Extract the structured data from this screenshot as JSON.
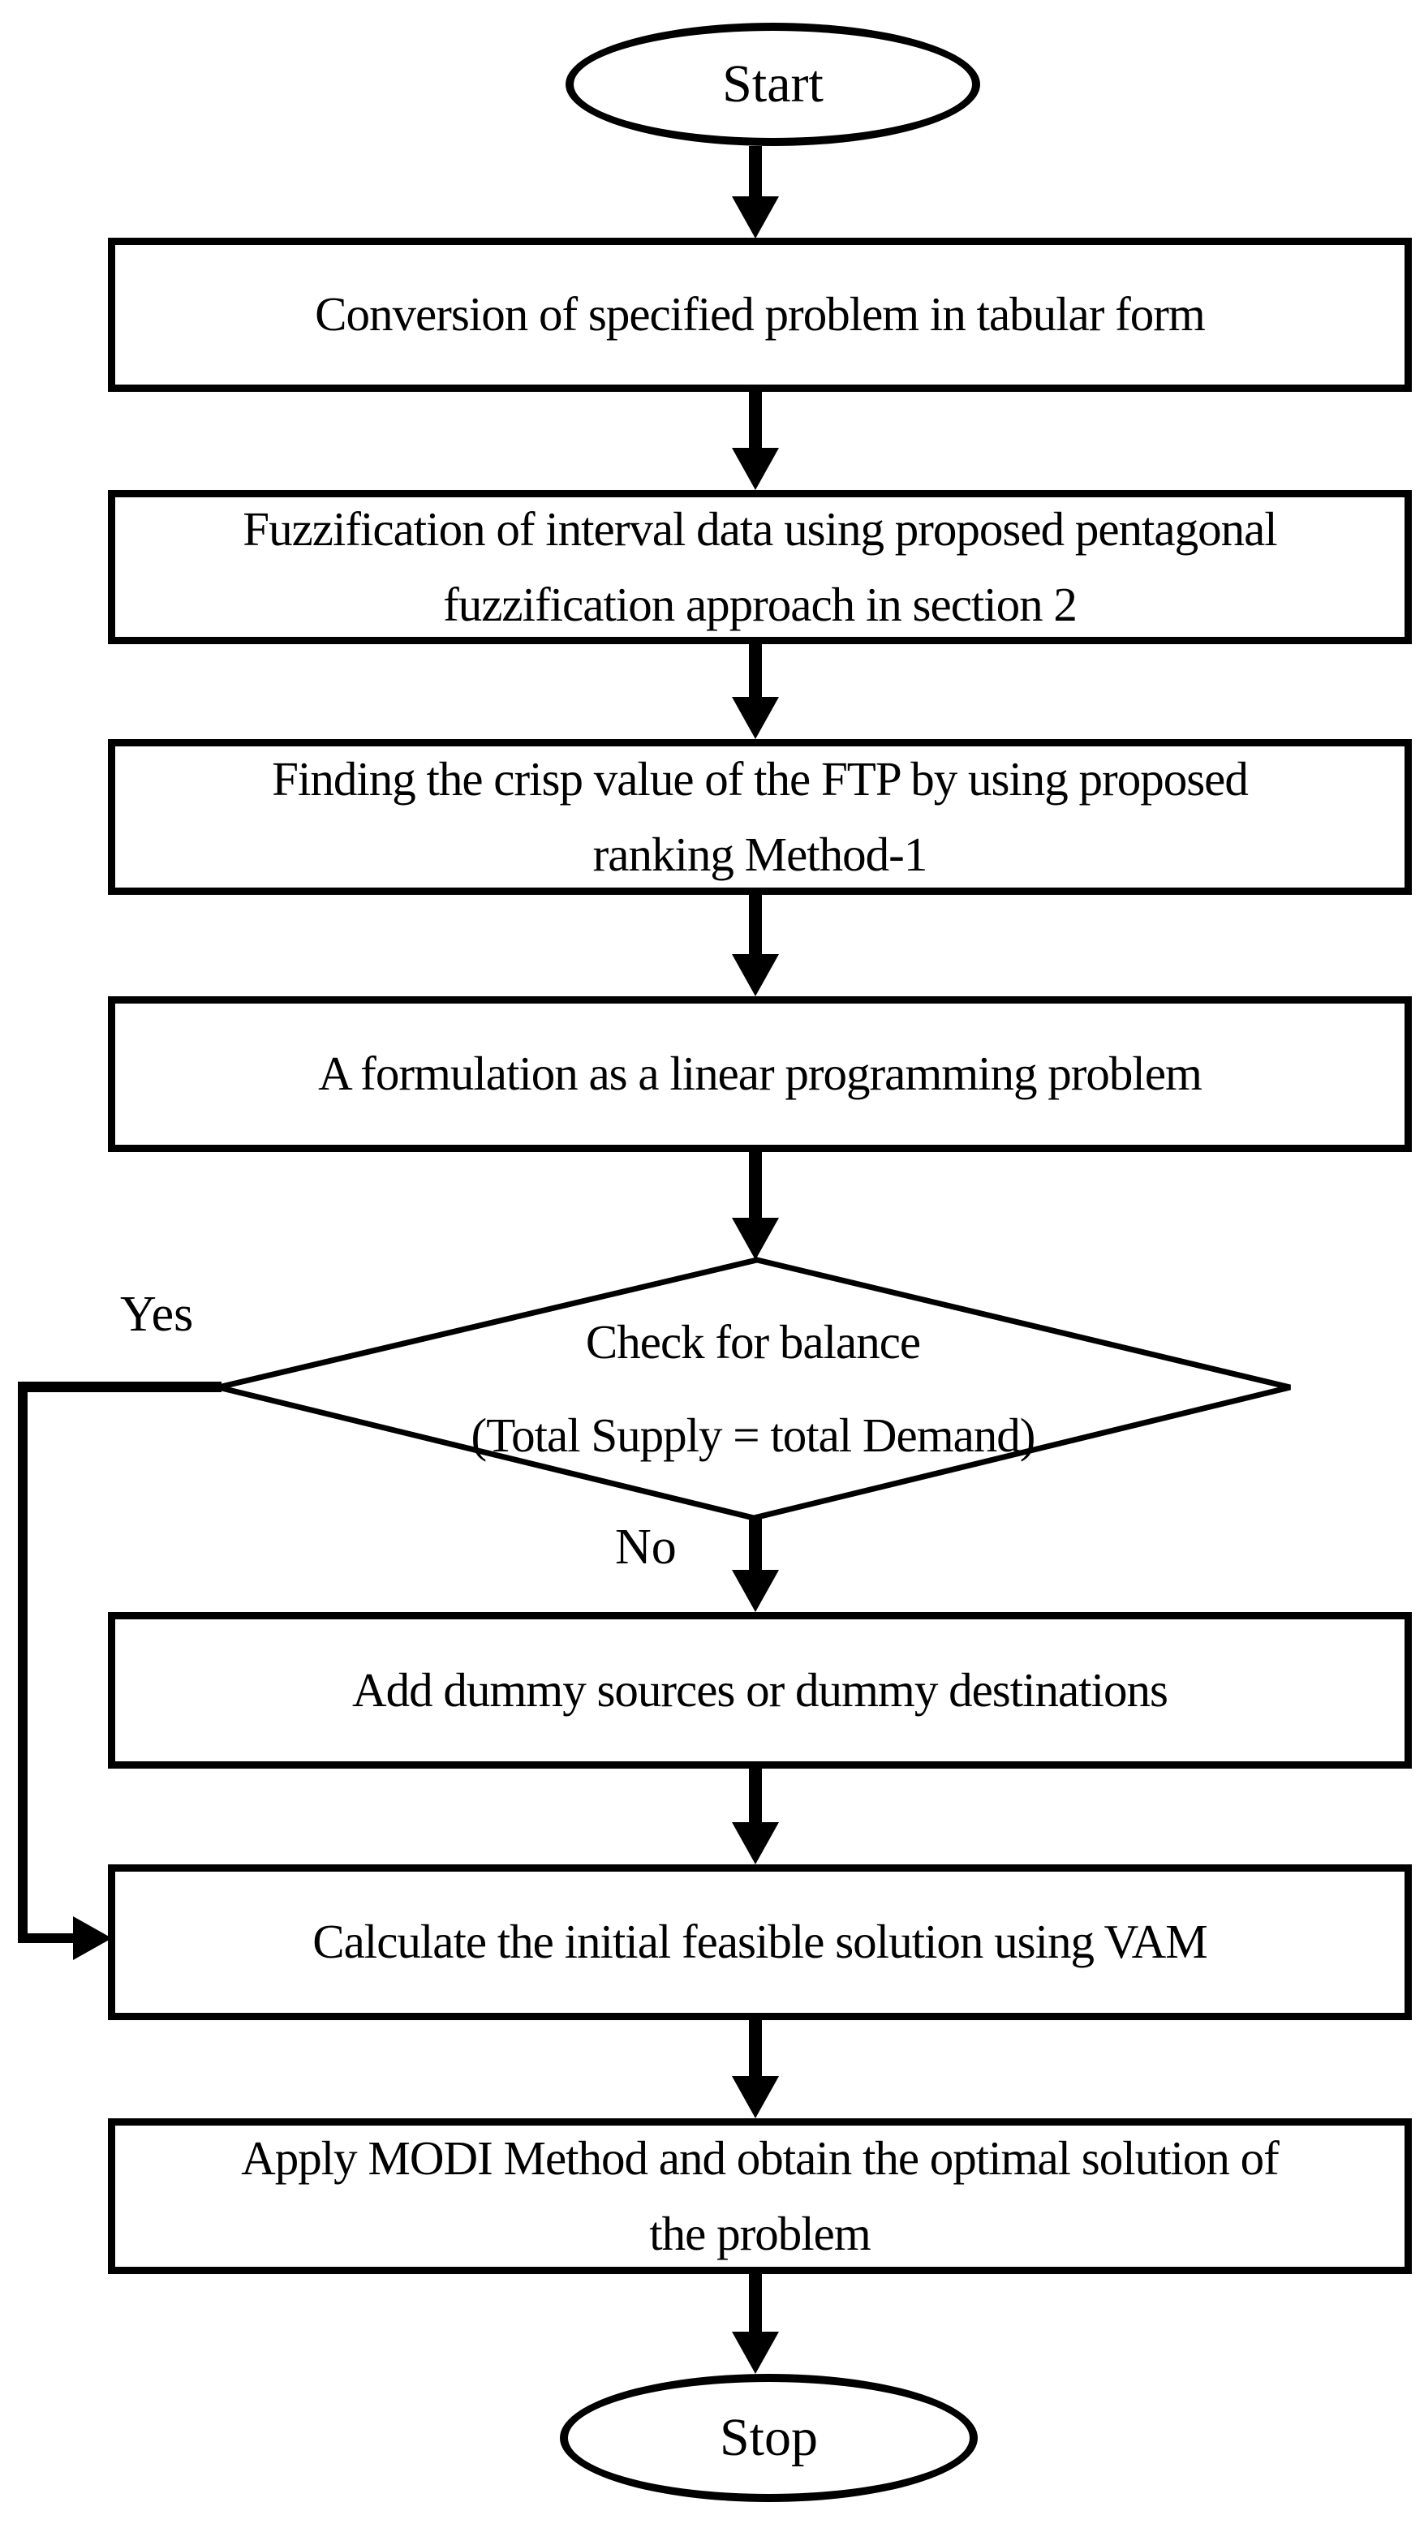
{
  "colors": {
    "stroke": "#000000",
    "background": "#ffffff",
    "text": "#000000"
  },
  "nodes": {
    "start": {
      "label": "Start"
    },
    "tabular": {
      "label": "Conversion of specified problem in tabular form"
    },
    "fuzzification": {
      "line1": "Fuzzification of interval data using proposed pentagonal",
      "line2": "fuzzification approach in section 2"
    },
    "crisp": {
      "line1": "Finding the crisp value of the FTP by using proposed",
      "line2": "ranking Method-1"
    },
    "lp": {
      "label": "A formulation as a linear programming problem"
    },
    "balance": {
      "line1": "Check for balance",
      "line2": "(Total Supply = total Demand)"
    },
    "dummy": {
      "label": "Add dummy sources or dummy destinations"
    },
    "vam": {
      "label": "Calculate the initial feasible solution using VAM"
    },
    "modi": {
      "line1": "Apply MODI Method and obtain the optimal solution of",
      "line2": "the problem"
    },
    "stop": {
      "label": "Stop"
    }
  },
  "edges": {
    "yes": "Yes",
    "no": "No"
  }
}
